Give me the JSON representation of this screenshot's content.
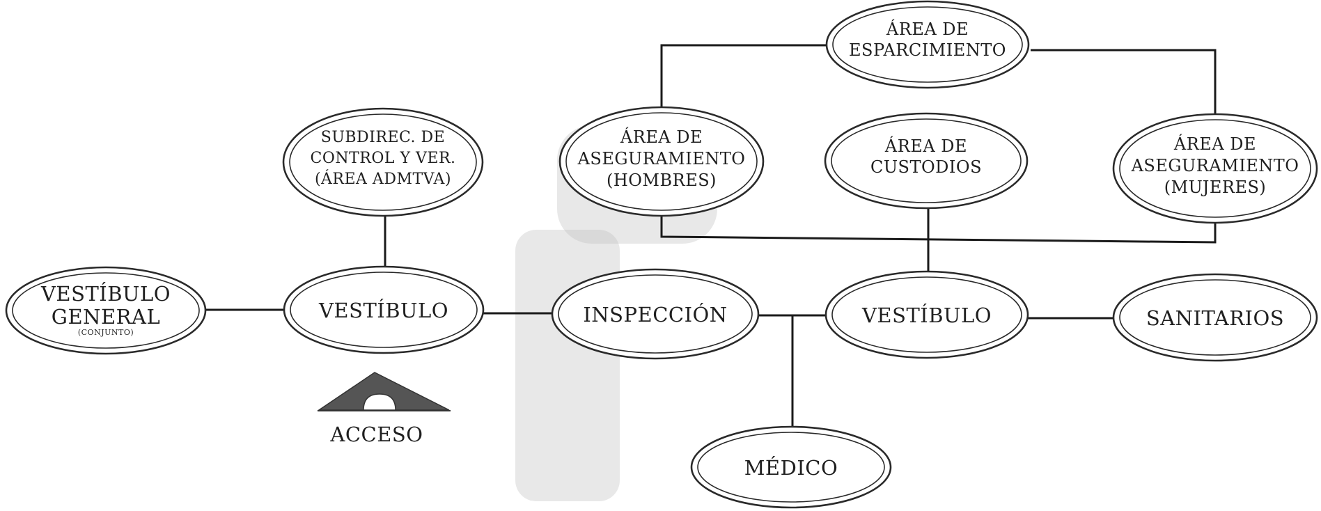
{
  "nodes": {
    "vestibulo_general": {
      "lines": [
        "VESTÍBULO",
        "GENERAL"
      ],
      "sub": "(CONJUNTO)"
    },
    "vestibulo_1": {
      "lines": [
        "VESTÍBULO"
      ]
    },
    "subdireccion": {
      "lines": [
        "SUBDIREC. DE",
        "CONTROL Y VER.",
        "(ÁREA ADMTVA)"
      ]
    },
    "inspeccion": {
      "lines": [
        "INSPECCIÓN"
      ]
    },
    "medico": {
      "lines": [
        "MÉDICO"
      ]
    },
    "vestibulo_2": {
      "lines": [
        "VESTÍBULO"
      ]
    },
    "sanitarios": {
      "lines": [
        "SANITARIOS"
      ]
    },
    "area_esparcimiento": {
      "lines": [
        "ÁREA DE",
        "ESPARCIMIENTO"
      ]
    },
    "area_aseg_hombres": {
      "lines": [
        "ÁREA DE",
        "ASEGURAMIENTO",
        "(HOMBRES)"
      ]
    },
    "area_custodios": {
      "lines": [
        "ÁREA DE",
        "CUSTODIOS"
      ]
    },
    "area_aseg_mujeres": {
      "lines": [
        "ÁREA DE",
        "ASEGURAMIENTO",
        "(MUJERES)"
      ]
    }
  },
  "access": {
    "label": "ACCESO",
    "icon": "access-arch-icon"
  }
}
